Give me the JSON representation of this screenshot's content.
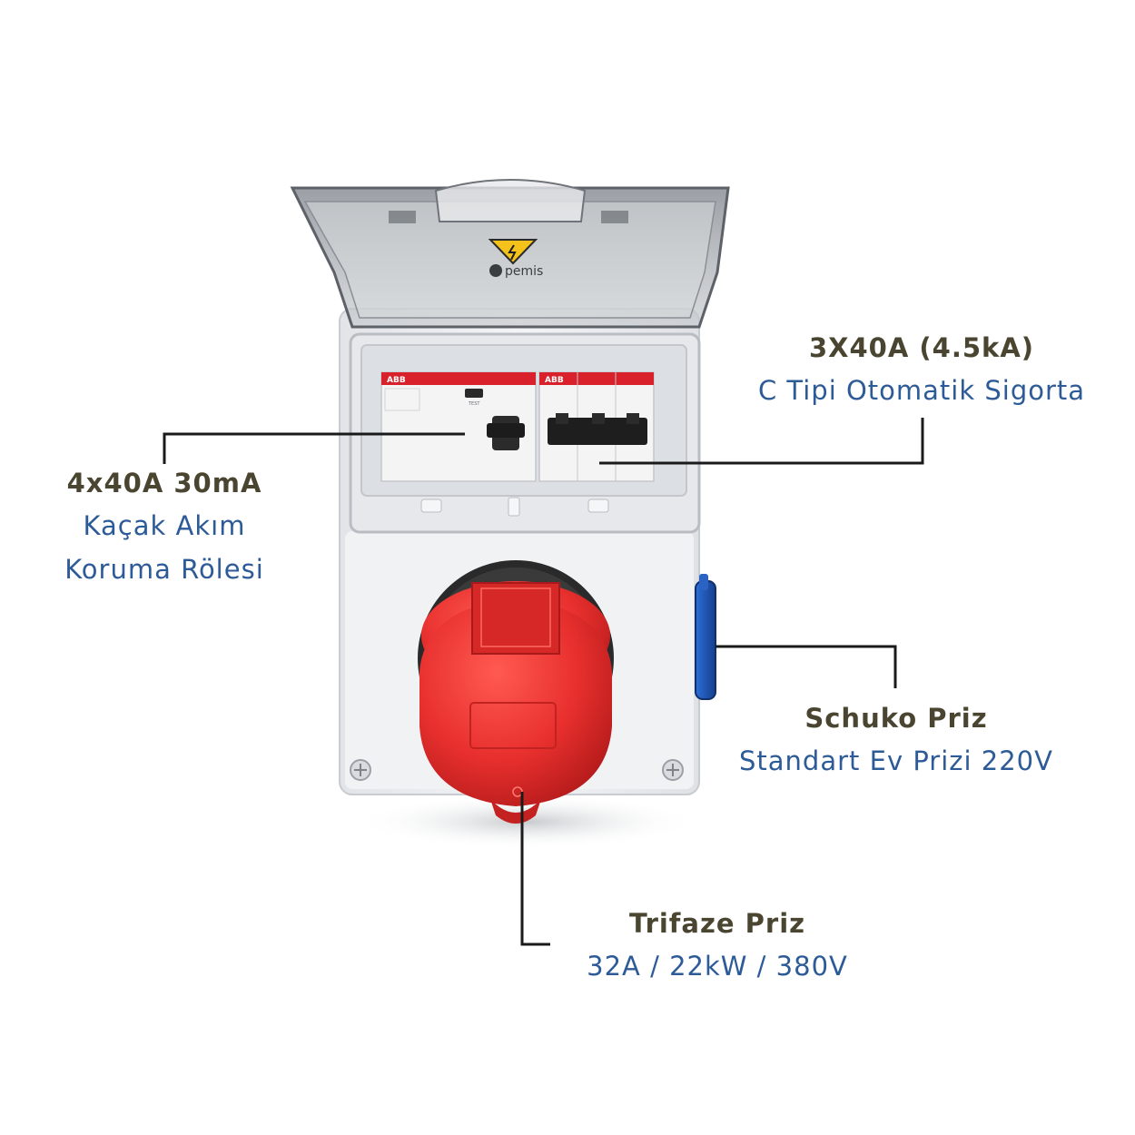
{
  "brand": {
    "logo_text": "pemis"
  },
  "breaker_labels": {
    "rcd_brand": "ABB",
    "rcd_test": "TEST",
    "mcb_brand": "ABB"
  },
  "callouts": {
    "rcd": {
      "title": "4x40A 30mA",
      "sub_line1": "Kaçak Akım",
      "sub_line2": "Koruma Rölesi"
    },
    "mcb": {
      "title": "3X40A (4.5kA)",
      "sub": "C Tipi Otomatik Sigorta"
    },
    "schuko": {
      "title": "Schuko Priz",
      "sub": "Standart Ev Prizi 220V"
    },
    "trifaze": {
      "title": "Trifaze Priz",
      "sub": "32A / 22kW / 380V"
    }
  },
  "colors": {
    "title_text": "#4a4530",
    "sub_text": "#2d5b98",
    "socket_red": "#e8302e",
    "schuko_blue": "#1f5fc6",
    "breaker_stripe": "#d8212a",
    "enclosure": "#eeeff1"
  }
}
